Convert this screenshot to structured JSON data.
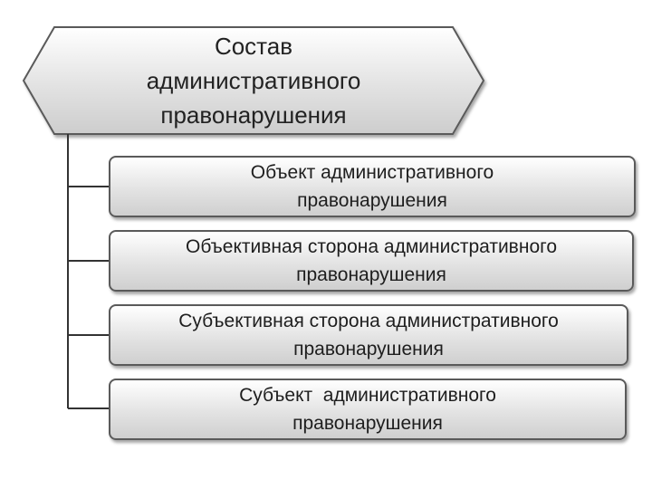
{
  "root": {
    "lines": [
      "Состав",
      "административного",
      "правонарушения"
    ]
  },
  "elements": [
    {
      "lines": [
        "Объект административного",
        "правонарушения"
      ]
    },
    {
      "lines": [
        "Объективная сторона административного",
        "правонарушения"
      ]
    },
    {
      "lines": [
        "Субъективная сторона административного",
        "правонарушения"
      ]
    },
    {
      "lines": [
        "Субъект  административного",
        "правонарушения"
      ]
    }
  ],
  "colors": {
    "border": "#5a5a5a",
    "connector": "#333333",
    "fill_top": "#ffffff",
    "fill_bottom": "#cfcfcf"
  }
}
